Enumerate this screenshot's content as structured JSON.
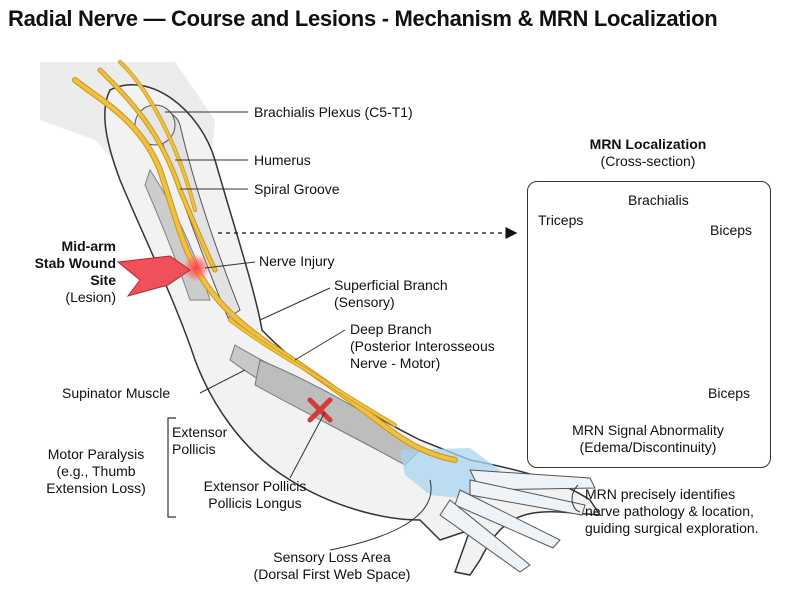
{
  "title": "Radial Nerve — Course and Lesions - Mechanism & MRN Localization",
  "labels": {
    "brachialis_plexus": "Brachialis Plexus (C5-T1)",
    "humerus": "Humerus",
    "spiral_groove": "Spiral Groove",
    "lesion_line1": "Mid-arm",
    "lesion_line2": "Stab Wound",
    "lesion_line3": "Site",
    "lesion_line4": "(Lesion)",
    "nerve_injury": "Nerve Injury",
    "superficial_line1": "Superficial Branch",
    "superficial_line2": "(Sensory)",
    "deep_line1": "Deep Branch",
    "deep_line2": "(Posterior Interosseous",
    "deep_line3": "Nerve - Motor)",
    "supinator": "Supinator Muscle",
    "extensor_line1": "Extensor",
    "extensor_line2": "Pollicis",
    "motor_line1": "Motor Paralysis",
    "motor_line2": "(e.g., Thumb",
    "motor_line3": "Extension Loss)",
    "epl_line1": "Extensor Pollicis",
    "epl_line2": "Pollicis Longus",
    "sensory_line1": "Sensory Loss Area",
    "sensory_line2": "(Dorsal First Web Space)"
  },
  "mrn": {
    "title": "MRN Localization",
    "subtitle": "(Cross-section)",
    "triceps": "Triceps",
    "brachialis": "Brachialis",
    "biceps_top": "Biceps",
    "biceps_bottom": "Biceps",
    "signal_line1": "MRN Signal Abnormality",
    "signal_line2": "(Edema/Discontinuity)"
  },
  "conclusion": {
    "line1": "MRN precisely identifies",
    "line2": "nerve pathology & location,",
    "line3": "guiding surgical exploration."
  },
  "colors": {
    "nerve": "#f0c040",
    "nerve_outline": "#c8961e",
    "lesion_arrow": "#f0505a",
    "lesion_glow": "#ff3030",
    "x_mark": "#d43a3a",
    "sensory_area": "#a8d4f0",
    "muscle": "#c8c8c8",
    "skin": "#f2f2f2",
    "signal": "#ffb000"
  }
}
